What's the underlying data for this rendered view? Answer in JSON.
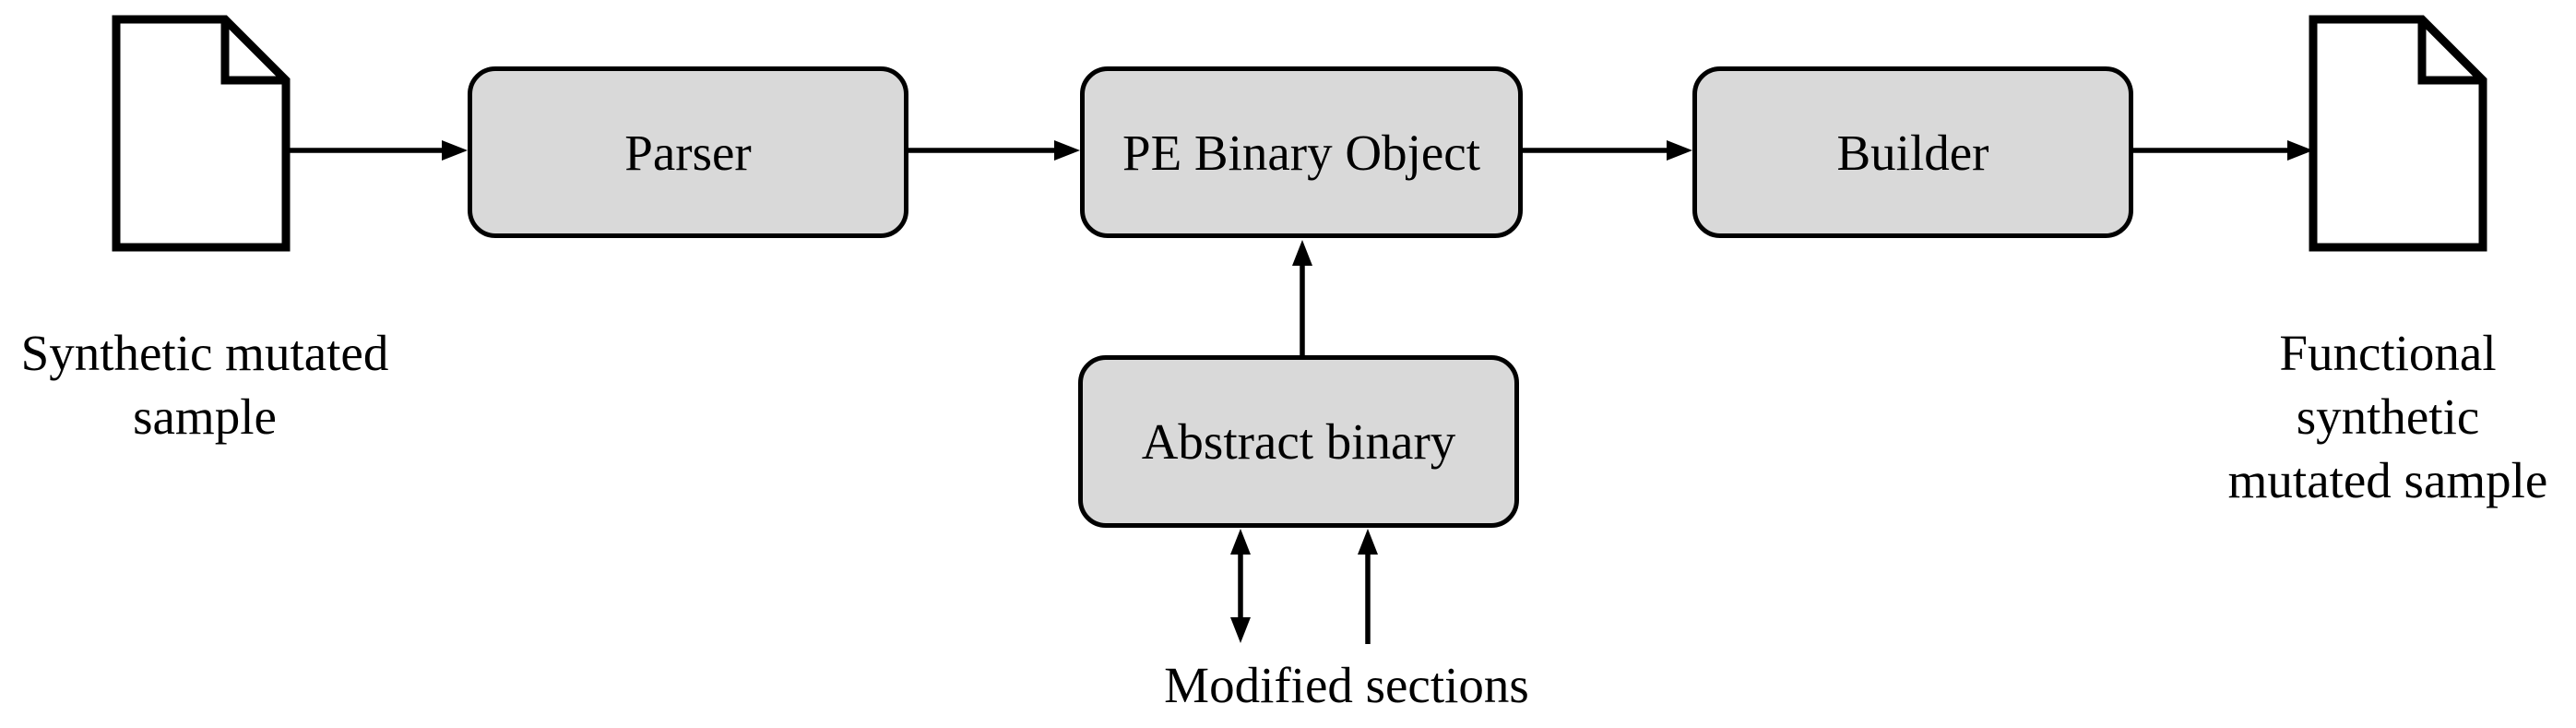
{
  "diagram": {
    "colors": {
      "background": "#ffffff",
      "box_fill": "#d9d9d9",
      "stroke": "#000000"
    },
    "nodes": {
      "parser": "Parser",
      "pe_binary_object": "PE Binary Object",
      "builder": "Builder",
      "abstract_binary": "Abstract binary"
    },
    "labels": {
      "input_sample": "Synthetic mutated\nsample",
      "output_sample": "Functional\nsynthetic\nmutated sample",
      "modified_sections": "Modified sections"
    },
    "icons": {
      "input": "document-icon",
      "output": "document-icon"
    },
    "edges": [
      {
        "from": "input_sample_document",
        "to": "parser",
        "type": "arrow"
      },
      {
        "from": "parser",
        "to": "pe_binary_object",
        "type": "arrow"
      },
      {
        "from": "pe_binary_object",
        "to": "builder",
        "type": "arrow"
      },
      {
        "from": "builder",
        "to": "output_sample_document",
        "type": "arrow"
      },
      {
        "from": "abstract_binary",
        "to": "pe_binary_object",
        "type": "arrow"
      },
      {
        "from": "abstract_binary",
        "to": "modified_sections",
        "type": "double-arrow"
      },
      {
        "from": "modified_sections",
        "to": "abstract_binary",
        "type": "arrow"
      }
    ]
  }
}
